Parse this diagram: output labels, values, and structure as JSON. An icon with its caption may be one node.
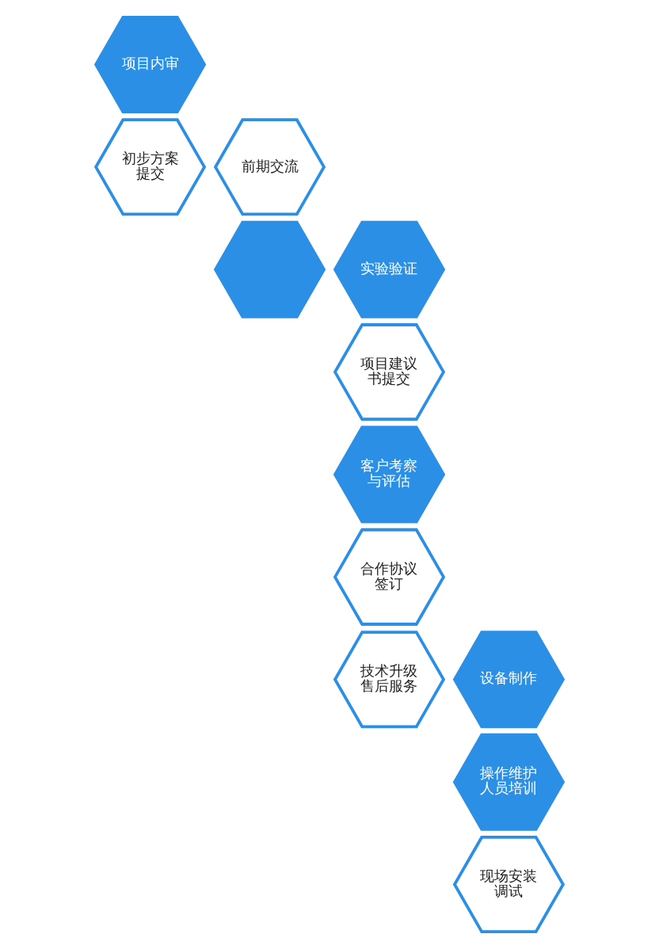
{
  "diagram": {
    "nodes": [
      {
        "text": [
          "项目内审"
        ]
      },
      {
        "text": [
          "初步方案提交"
        ]
      },
      {
        "text": [
          "前期交流"
        ]
      },
      {
        "text": [],
        "shape": "hexagon"
      },
      {
        "text": [
          "实验验证"
        ]
      },
      {
        "text": [
          "项目建议书提交"
        ]
      },
      {
        "text": [
          "客户考察与评估"
        ]
      },
      {
        "text": [
          "合作协议签订"
        ]
      },
      {
        "text": [
          "技术升级售后服务"
        ]
      },
      {
        "text": [
          "操作维护人员培训"
        ]
      },
      {
        "text": [
          "设备制作"
        ]
      },
      {
        "text": [
          "现场安装调试"
        ]
      }
    ]
  }
}
